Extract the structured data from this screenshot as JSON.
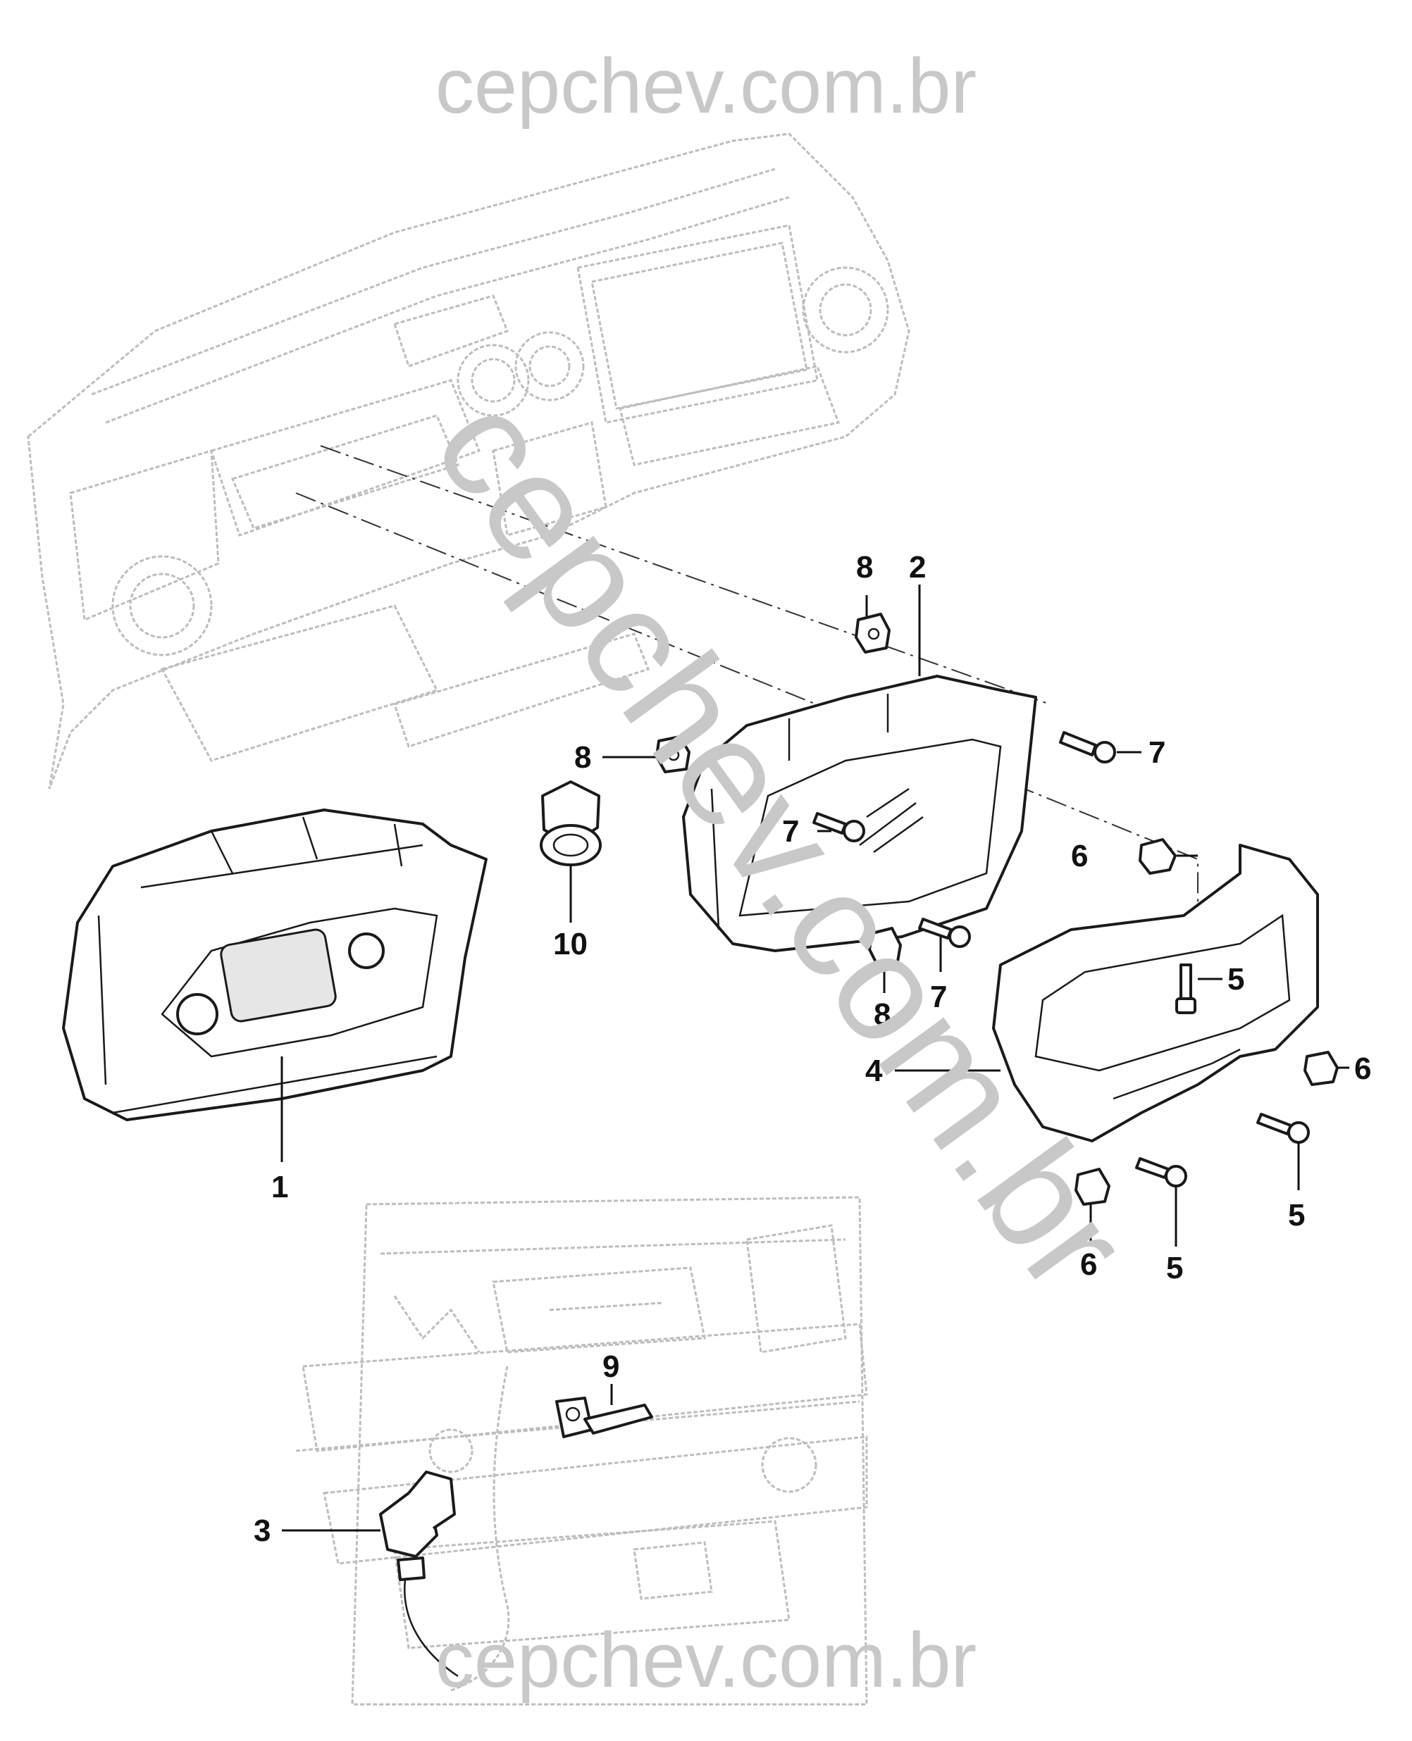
{
  "watermark": {
    "top": "cepchev.com.br",
    "diagonal": "cepchev.com.br",
    "bottom": "cepchev.com.br"
  },
  "callouts": {
    "c1": "1",
    "c2": "2",
    "c3": "3",
    "c4": "4",
    "c5a": "5",
    "c5b": "5",
    "c5c": "5",
    "c6a": "6",
    "c6b": "6",
    "c6c": "6",
    "c7a": "7",
    "c7b": "7",
    "c7c": "7",
    "c8a": "8",
    "c8b": "8",
    "c8c": "8",
    "c9": "9",
    "c10": "10"
  }
}
